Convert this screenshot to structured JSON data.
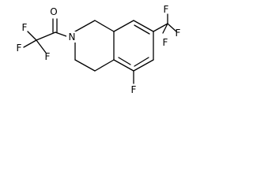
{
  "molecule": {
    "atoms": {
      "O": "O",
      "N": "N",
      "F_left_top": "F",
      "F_left_mid": "F",
      "F_left_bottom": "F",
      "F_right_top": "F",
      "F_right_mid": "F",
      "F_right_bottom": "F",
      "F_ring": "F"
    }
  }
}
